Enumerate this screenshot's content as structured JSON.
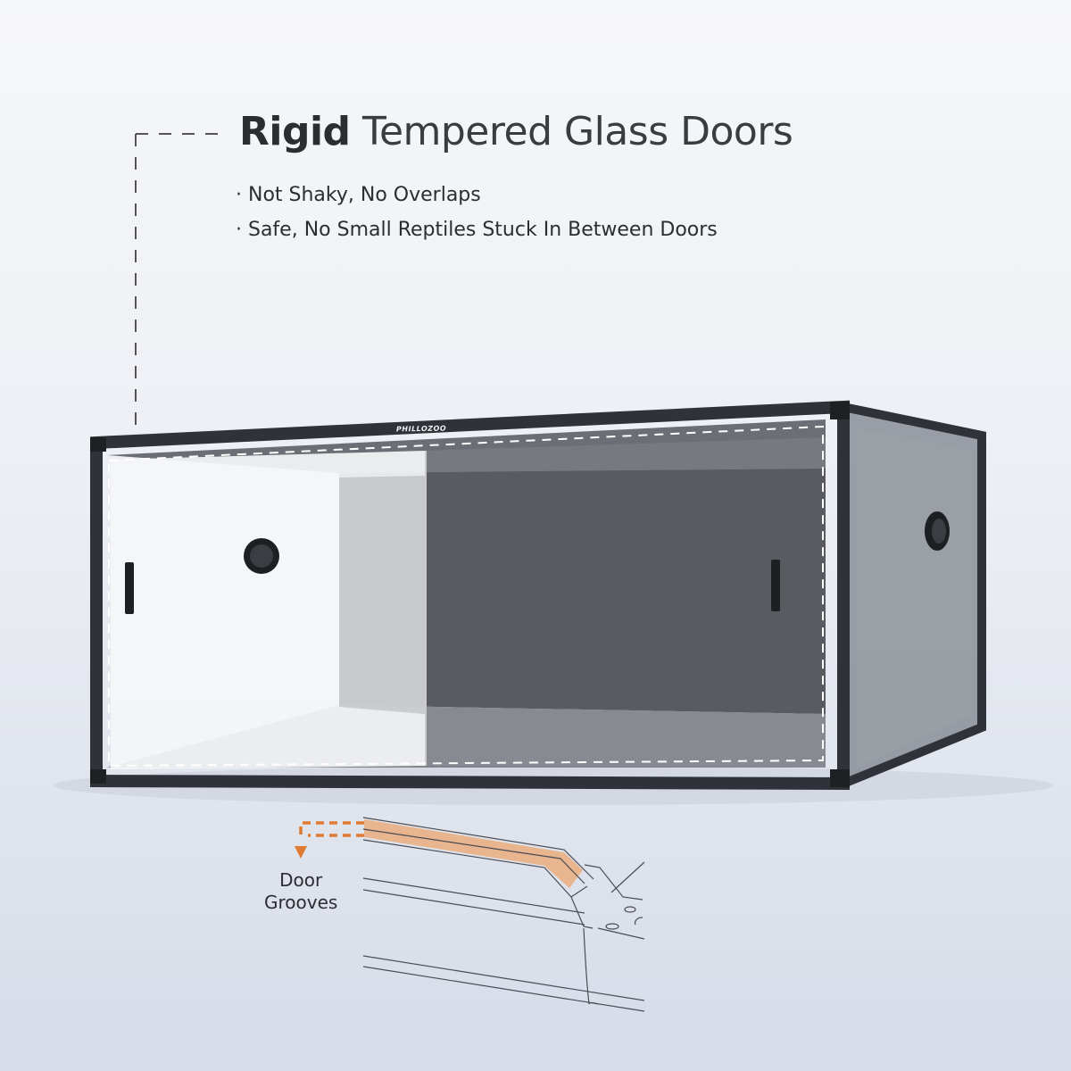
{
  "headline": {
    "bold": "Rigid",
    "rest": "Tempered Glass Doors"
  },
  "bullets": [
    "· Not Shaky, No Overlaps",
    "· Safe, No Small Reptiles Stuck In Between Doors"
  ],
  "brand_logo": "PHILLOZOO",
  "callout": {
    "line1": "Door",
    "line2": "Grooves"
  },
  "colors": {
    "frame": "#2f3238",
    "accent_orange": "#e07a30",
    "groove_fill": "#e9b58e",
    "back_panel": "#4b4e54"
  }
}
